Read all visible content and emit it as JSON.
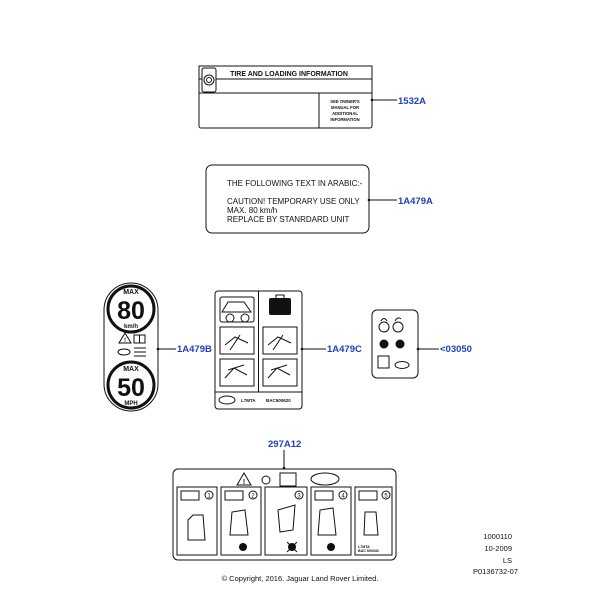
{
  "tire_label": {
    "title": "TIRE AND LOADING INFORMATION",
    "note_lines": [
      "SEE OWNER'S",
      "MANUAL FOR",
      "ADDITIONAL",
      "INFORMATION"
    ],
    "callout": "1532A"
  },
  "arabic_label": {
    "lines": [
      "THE FOLLOWING TEXT IN ARABIC:-",
      "CAUTION! TEMPORARY USE ONLY",
      "MAX.  80 km/h",
      "REPLACE BY STANRDARD UNIT"
    ],
    "callout": "1A479A"
  },
  "speed_label": {
    "kmh_top": "MAX",
    "kmh_value": "80",
    "kmh_unit": "km/h",
    "mph_top": "MAX",
    "mph_value": "50",
    "mph_unit": "MPH",
    "callout": "1A479B"
  },
  "warning_label": {
    "code_left": "L7MTA",
    "code_right": "BAC500620",
    "callout": "1A479C"
  },
  "key_label": {
    "callout": "<03050"
  },
  "jack_label": {
    "callout": "297A12",
    "steps": [
      "1",
      "2",
      "3",
      "4",
      "5"
    ],
    "code_lines": [
      "L7MTA",
      "BAC 500340"
    ]
  },
  "meta": {
    "line1": "1000110",
    "line2": "10-2009",
    "line3": "LS",
    "line4": "P0136732-07"
  },
  "copyright": "© Copyright, 2016. Jaguar Land Rover Limited."
}
